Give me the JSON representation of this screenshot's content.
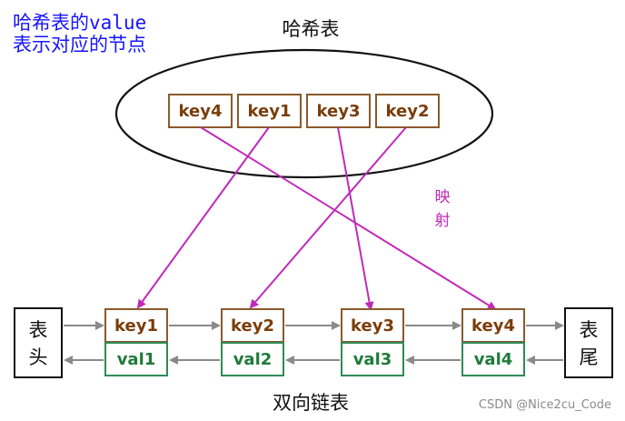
{
  "note": {
    "line1": "哈希表的value",
    "line2": "表示对应的节点"
  },
  "hash_table": {
    "title": "哈希表",
    "keys": [
      "key4",
      "key1",
      "key3",
      "key2"
    ]
  },
  "mapping_label": {
    "line1": "映",
    "line2": "射"
  },
  "linked_list": {
    "title": "双向链表",
    "head": {
      "line1": "表",
      "line2": "头"
    },
    "tail": {
      "line1": "表",
      "line2": "尾"
    },
    "nodes": [
      {
        "key": "key1",
        "val": "val1"
      },
      {
        "key": "key2",
        "val": "val2"
      },
      {
        "key": "key3",
        "val": "val3"
      },
      {
        "key": "key4",
        "val": "val4"
      }
    ]
  },
  "colors": {
    "note": "#1515ff",
    "key_border": "#8b5a2b",
    "key_text": "#7a3d0a",
    "val_border": "#2e8b57",
    "val_text": "#1f7a3a",
    "mapping_arrow": "#c02ab8",
    "list_arrow": "#8a8a8a"
  },
  "watermark": "CSDN @Nice2cu_Code"
}
